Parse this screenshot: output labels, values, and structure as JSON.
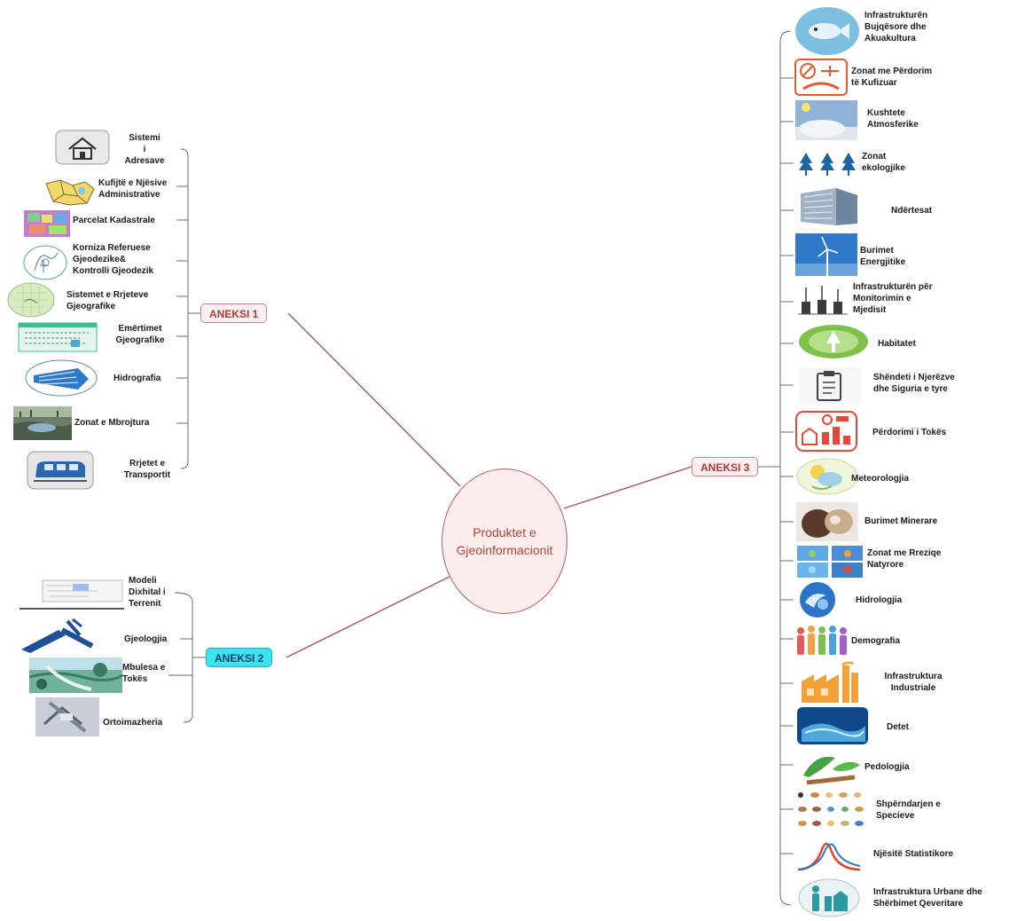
{
  "center": {
    "label": "Produktet e\nGjeoinformacionit"
  },
  "annexes": {
    "a1": {
      "label": "ANEKSI 1"
    },
    "a2": {
      "label": "ANEKSI 2"
    },
    "a3": {
      "label": "ANEKSI 3"
    }
  },
  "annex1_items": [
    {
      "label": "Sistemi\ni\nAdresave",
      "icon": "house-icon"
    },
    {
      "label": "Kufijtë e Njësive\nAdministrative",
      "icon": "admin-map-icon"
    },
    {
      "label": "Parcelat Kadastrale",
      "icon": "cadastre-icon"
    },
    {
      "label": "Korniza Referuese\nGjeodezike&\nKontrolli Gjeodezik",
      "icon": "geodetic-icon"
    },
    {
      "label": "Sistemet e Rrjeteve\nGjeografike",
      "icon": "grid-map-icon"
    },
    {
      "label": "Emërtimet\nGjeografike",
      "icon": "names-icon"
    },
    {
      "label": "Hidrografia",
      "icon": "hydrography-icon"
    },
    {
      "label": "Zonat e Mbrojtura",
      "icon": "protected-area-icon"
    },
    {
      "label": "Rrjetet e\nTransportit",
      "icon": "train-icon"
    }
  ],
  "annex2_items": [
    {
      "label": "Modeli\nDixhital i\nTerrenit",
      "icon": "terrain-model-icon"
    },
    {
      "label": "Gjeologjia",
      "icon": "geology-icon"
    },
    {
      "label": "Mbulesa e\nTokës",
      "icon": "land-cover-icon"
    },
    {
      "label": "Ortoimazheria",
      "icon": "satellite-icon"
    }
  ],
  "annex3_items": [
    {
      "label": "Infrastrukturën\nBujqësore dhe\nAkuakultura",
      "icon": "fish-icon"
    },
    {
      "label": "Zonat me Përdorim\ntë Kufizuar",
      "icon": "restricted-icon"
    },
    {
      "label": "Kushtete\nAtmosferike",
      "icon": "atmosphere-icon"
    },
    {
      "label": "Zonat\nekologjike",
      "icon": "trees-icon"
    },
    {
      "label": "Ndërtesat",
      "icon": "building-icon"
    },
    {
      "label": "Burimet\nEnergjitike",
      "icon": "wind-turbine-icon"
    },
    {
      "label": "Infrastrukturën për\nMonitorimin e\nMjedisit",
      "icon": "monitoring-icon"
    },
    {
      "label": "Habitatet",
      "icon": "habitat-icon"
    },
    {
      "label": "Shëndeti i Njerëzve\ndhe Siguria e tyre",
      "icon": "clipboard-icon"
    },
    {
      "label": "Përdorimi i Tokës",
      "icon": "land-use-icon"
    },
    {
      "label": "Meteorologjia",
      "icon": "weather-icon"
    },
    {
      "label": "Burimet Minerare",
      "icon": "mineral-icon"
    },
    {
      "label": "Zonat me Rreziqe\nNatyrore",
      "icon": "hazard-icon"
    },
    {
      "label": "Hidrologjia",
      "icon": "water-drop-icon"
    },
    {
      "label": "Demografia",
      "icon": "people-icon"
    },
    {
      "label": "Infrastruktura\nIndustriale",
      "icon": "factory-icon"
    },
    {
      "label": "Detet",
      "icon": "sea-icon"
    },
    {
      "label": "Pedologjia",
      "icon": "soil-leaf-icon"
    },
    {
      "label": "Shpërndarjen e\nSpecieve",
      "icon": "species-icon"
    },
    {
      "label": "Njësitë Statistikore",
      "icon": "bell-curve-icon"
    },
    {
      "label": "Infrastruktura Urbane dhe\nShërbimet Qeveritare",
      "icon": "urban-services-icon"
    }
  ],
  "colors": {
    "link": "#a8546a",
    "bracket": "#6b6b6b",
    "center_text": "#b0443d"
  }
}
